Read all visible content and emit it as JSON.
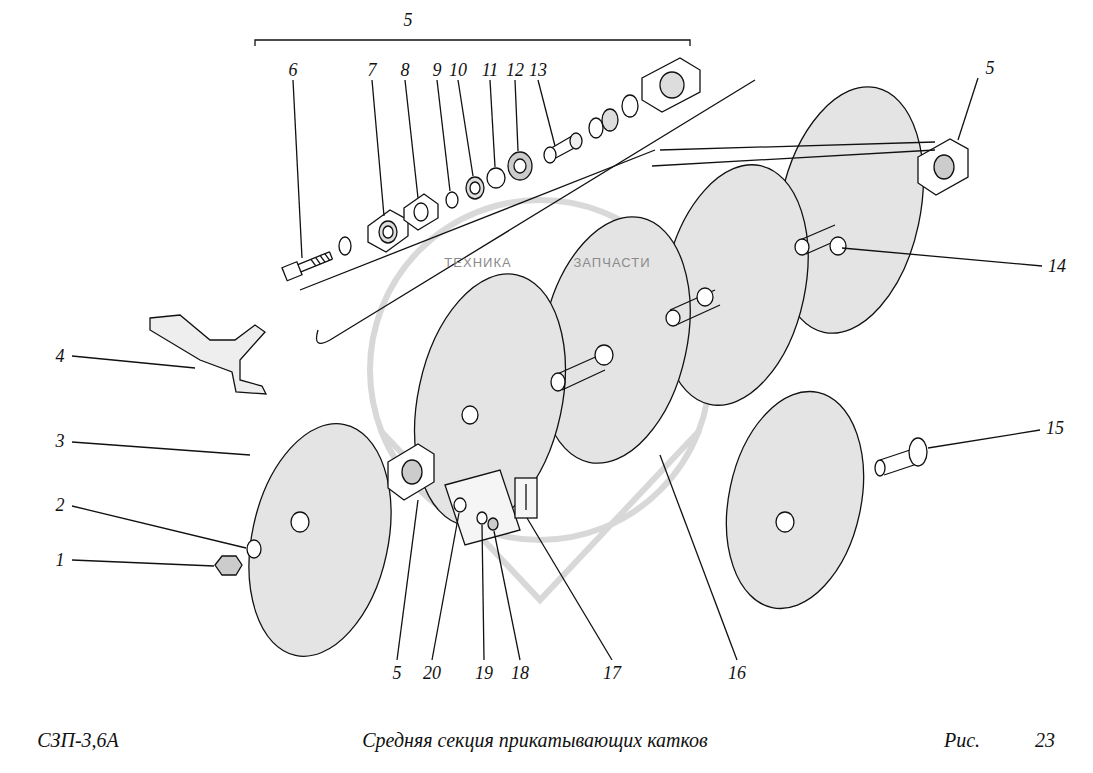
{
  "diagram": {
    "title": "Средняя секция прикатывающих катков",
    "labels": [
      "5",
      "6",
      "7",
      "8",
      "9",
      "10",
      "11",
      "12",
      "13",
      "5",
      "4",
      "14",
      "3",
      "2",
      "1",
      "15",
      "5",
      "20",
      "19",
      "18",
      "17",
      "16",
      "ТЕХНИКА",
      "ЗАПЧАСТИ",
      "СЗП-3,6А",
      "Рис.",
      "23"
    ]
  }
}
